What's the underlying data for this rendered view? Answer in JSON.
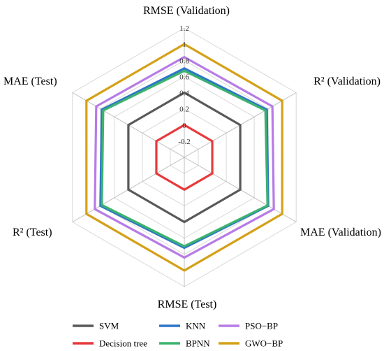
{
  "chart_data": {
    "type": "radar",
    "axes": [
      "RMSE (Validation)",
      "R² (Validation)",
      "MAE (Validation)",
      "RMSE (Test)",
      "R² (Test)",
      "MAE (Test)"
    ],
    "rlim": [
      -0.4,
      1.2
    ],
    "ticks": [
      -0.2,
      0,
      0.2,
      0.4,
      0.6,
      0.8,
      1,
      1.2
    ],
    "tick_labels": [
      "-0.2",
      "0",
      "0.2",
      "0.4",
      "0.6",
      "0.8",
      "1",
      "1.2"
    ],
    "grid": true,
    "legend_position": "bottom",
    "series": [
      {
        "name": "SVM",
        "color": "#595959",
        "values": [
          0.4,
          0.4,
          0.4,
          0.4,
          0.4,
          0.4
        ]
      },
      {
        "name": "Decision tree",
        "color": "#e8393b",
        "values": [
          0,
          0,
          0,
          0,
          0,
          0
        ]
      },
      {
        "name": "KNN",
        "color": "#2e75c8",
        "values": [
          0.7,
          0.78,
          0.8,
          0.72,
          0.8,
          0.78
        ]
      },
      {
        "name": "BPNN",
        "color": "#3bb36e",
        "values": [
          0.67,
          0.76,
          0.79,
          0.7,
          0.78,
          0.76
        ]
      },
      {
        "name": "PSO−BP",
        "color": "#b77be6",
        "values": [
          0.84,
          0.86,
          0.88,
          0.84,
          0.88,
          0.86
        ]
      },
      {
        "name": "GWO−BP",
        "color": "#d4a017",
        "values": [
          1,
          1,
          1,
          1,
          1,
          1
        ]
      }
    ]
  }
}
